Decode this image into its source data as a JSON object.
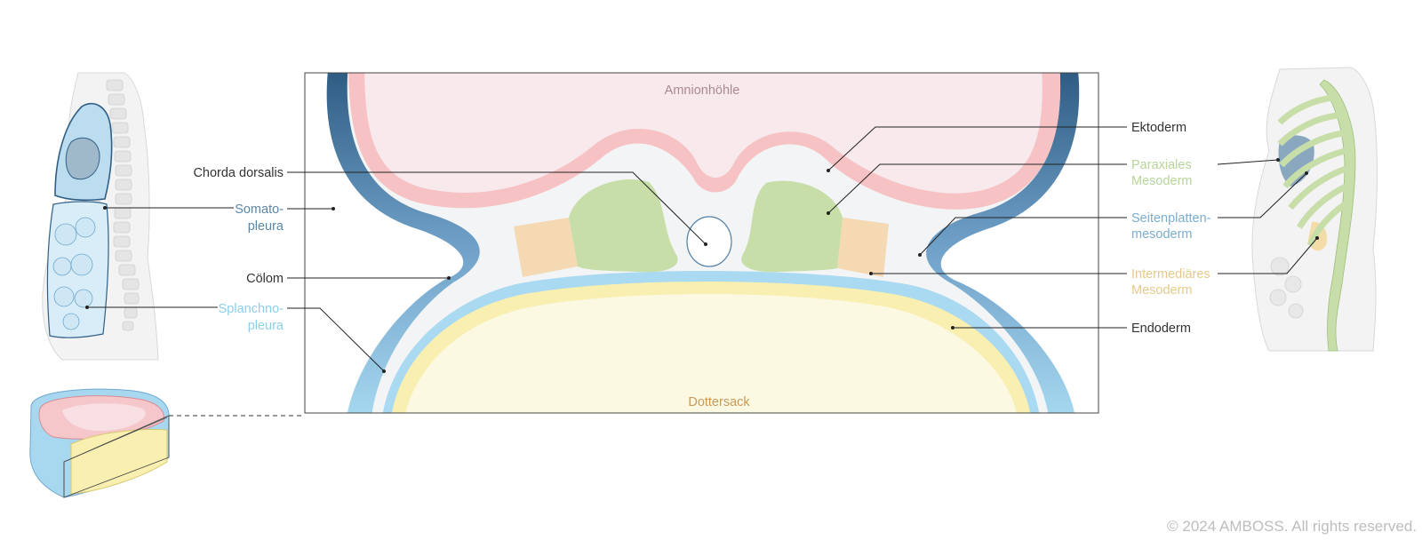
{
  "labels": {
    "amnion": "Amnionhöhle",
    "dottersack": "Dottersack",
    "chorda": "Chorda dorsalis",
    "somato_1": "Somato-",
    "somato_2": "pleura",
    "coelom": "Cölom",
    "splanchno_1": "Splanchno-",
    "splanchno_2": "pleura",
    "ektoderm": "Ektoderm",
    "paraxiales_1": "Paraxiales",
    "paraxiales_2": "Mesoderm",
    "seitenplatten_1": "Seitenplatten-",
    "seitenplatten_2": "mesoderm",
    "intermediaeres_1": "Intermediäres",
    "intermediaeres_2": "Mesoderm",
    "endoderm": "Endoderm"
  },
  "copyright": "© 2024 AMBOSS. All rights reserved.",
  "colors": {
    "ektoderm": "#f6c2c3",
    "amnion_fill": "#f8e9ed",
    "somatopleura": "#2f5f86",
    "somatopleura_light": "#7eaad0",
    "splanchnopleura": "#9fd6ee",
    "paraxial": "#c9deaa",
    "intermediaer": "#f4d9b3",
    "endoderm": "#f8efb1",
    "dottersack_fill": "#fcf8df",
    "chorda": "#ffffff",
    "coelom_gap": "#f1f5f7"
  }
}
